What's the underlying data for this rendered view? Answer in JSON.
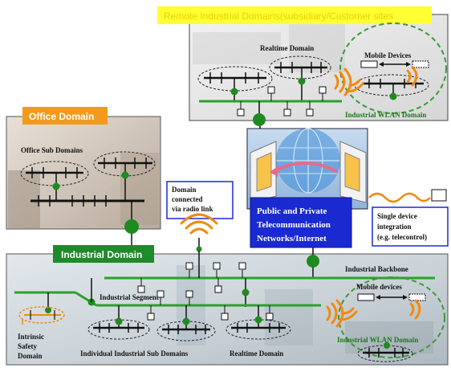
{
  "labels": {
    "remote_banner": "Remote Industrial Domains(subsidiary/Customer sites",
    "realtime_domain_top": "Realtime Domain",
    "mobile_devices_top": "Mobile Devices",
    "industrial_wlan_top": "Industrial WLAN Domain",
    "office_domain": "Office Domain",
    "office_sub_domains": "Office Sub Domains",
    "radio_link_line1": "Domain",
    "radio_link_line2": "connected",
    "radio_link_line3": "via radio link",
    "networks_line1": "Public and Private",
    "networks_line2": "Telecommunication",
    "networks_line3": "Networks/Internet",
    "single_device_line1": "Single device",
    "single_device_line2": "integration",
    "single_device_line3": "(e.g. telecontrol)",
    "industrial_domain": "Industrial Domain",
    "industrial_backbone": "Industrial Backbone",
    "industrial_segment": "Industrial  Segment",
    "mobile_devices_bottom": "Mobile devices",
    "industrial_wlan_bottom": "Industrial WLAN Domain",
    "intrinsic_line1": "Intrinsic",
    "intrinsic_line2": "Safety",
    "intrinsic_line3": "Domain",
    "individual_sub_domains": "Individual Industrial Sub Domains",
    "realtime_domain_bottom": "Realtime Domain"
  },
  "colors": {
    "network_green": "#2aa02a",
    "node_green": "#1f8a1f",
    "dashed_green": "#3a9a3a",
    "office_orange": "#f39a1c",
    "industrial_green": "#1e8a2a",
    "banner_yellow": "#ffff33",
    "banner_text": "#ffd400",
    "networks_blue": "#1a2ad0",
    "wave_orange": "#f08a10"
  },
  "icons": [
    "radio-wave-icon",
    "device-box-icon",
    "green-node-icon",
    "globe-icon",
    "curved-arrow-icon"
  ]
}
